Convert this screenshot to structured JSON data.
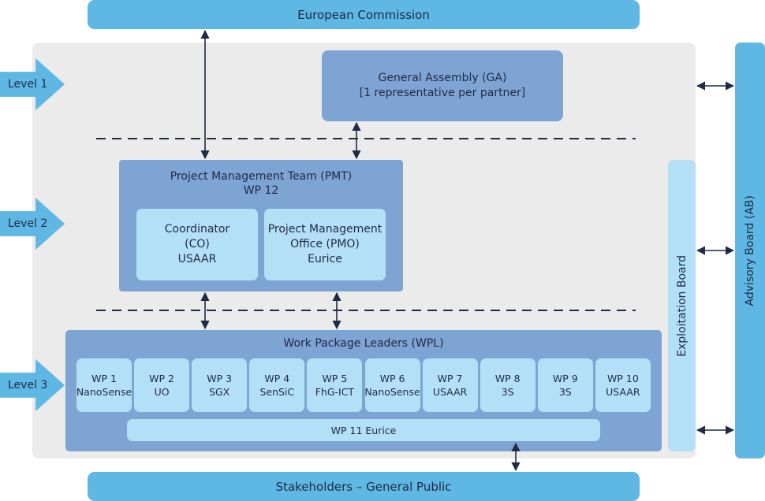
{
  "top": {
    "european_commission": "European Commission"
  },
  "bottom": {
    "stakeholders": "Stakeholders – General Public"
  },
  "levels": [
    "Level 1",
    "Level 2",
    "Level 3"
  ],
  "general_assembly": {
    "line1": "General Assembly (GA)",
    "line2": "[1 representative per partner]"
  },
  "pmt": {
    "title1": "Project Management Team (PMT)",
    "title2": "WP 12",
    "coordinator": [
      "Coordinator",
      "(CO)",
      "USAAR"
    ],
    "pmo": [
      "Project Management",
      "Office (PMO)",
      "Eurice"
    ]
  },
  "wpl": {
    "title": "Work Package Leaders (WPL)",
    "packages": [
      {
        "wp": "WP 1",
        "partner": "NanoSense"
      },
      {
        "wp": "WP 2",
        "partner": "UO"
      },
      {
        "wp": "WP 3",
        "partner": "SGX"
      },
      {
        "wp": "WP 4",
        "partner": "SenSiC"
      },
      {
        "wp": "WP 5",
        "partner": "FhG-ICT"
      },
      {
        "wp": "WP 6",
        "partner": "NanoSense"
      },
      {
        "wp": "WP 7",
        "partner": "USAAR"
      },
      {
        "wp": "WP 8",
        "partner": "3S"
      },
      {
        "wp": "WP 9",
        "partner": "3S"
      },
      {
        "wp": "WP 10",
        "partner": "USAAR"
      }
    ],
    "wp11": "WP 11 Eurice"
  },
  "exploitation_board": "Exploitation Board",
  "advisory_board": "Advisory Board (AB)",
  "colors": {
    "dark_blue": "#1f2a44",
    "light_blue": "#5eb8e3",
    "mid_blue": "#7ea4d4",
    "pale_blue": "#b3e0f7",
    "panel_gray": "#ebebeb"
  }
}
